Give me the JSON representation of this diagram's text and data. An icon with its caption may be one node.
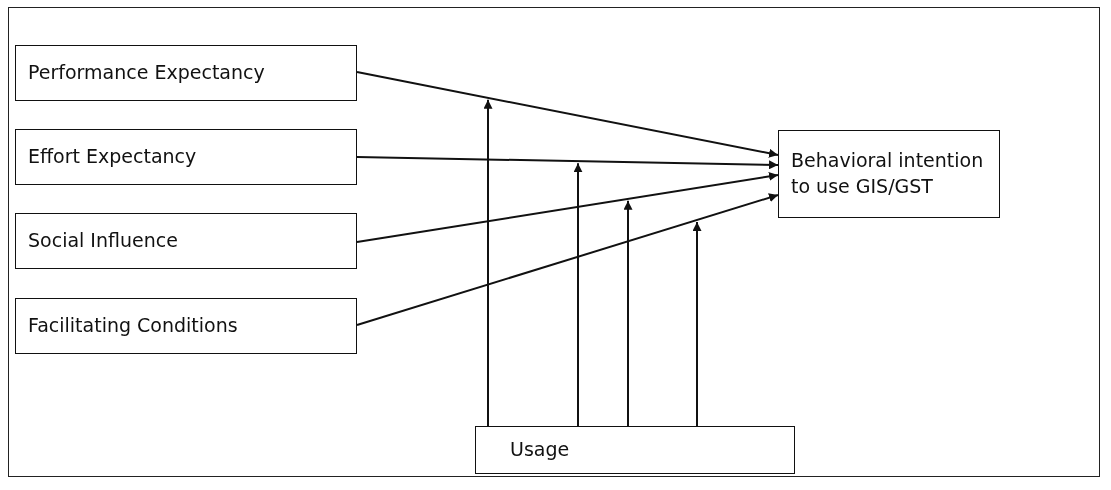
{
  "diagram": {
    "nodes": [
      {
        "text": [
          "Performance Expectancy"
        ]
      },
      {
        "text": [
          "Effort Expectancy"
        ]
      },
      {
        "text": [
          "Social Influence"
        ]
      },
      {
        "text": [
          "Facilitating Conditions"
        ]
      },
      {
        "text": [
          "Behavioral intention to use GIS/GST"
        ]
      },
      {
        "text": [
          "Usage"
        ]
      }
    ],
    "edges": [
      {
        "from": 0,
        "to": 4,
        "arrow": "to"
      },
      {
        "from": 1,
        "to": 4,
        "arrow": "to"
      },
      {
        "from": 2,
        "to": 4,
        "arrow": "to"
      },
      {
        "from": 3,
        "to": 4,
        "arrow": "to"
      },
      {
        "from": 5,
        "to": null,
        "arrow": "to"
      },
      {
        "from": 5,
        "to": null,
        "arrow": "to"
      },
      {
        "from": 5,
        "to": null,
        "arrow": "to"
      },
      {
        "from": 5,
        "to": null,
        "arrow": "to"
      }
    ]
  }
}
